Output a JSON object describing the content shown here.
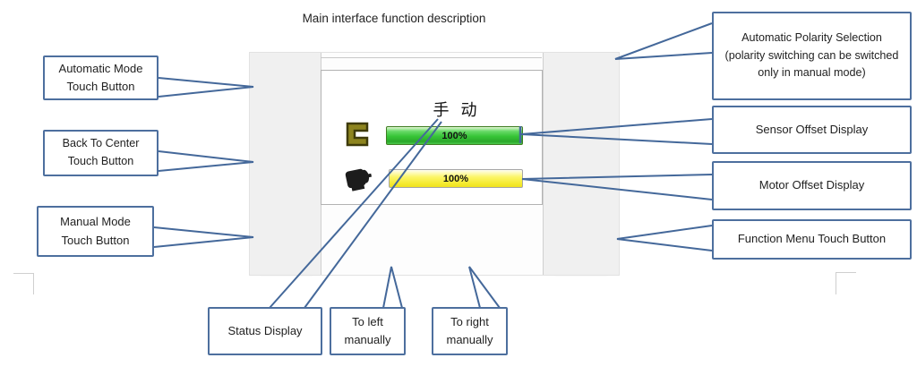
{
  "title": "Main interface function description",
  "screen": {
    "status_text": "手 动",
    "sensor_offset": {
      "value": "100%"
    },
    "motor_offset": {
      "value": "100%"
    }
  },
  "callouts": {
    "auto_mode": {
      "lines": [
        "Automatic Mode",
        "Touch Button"
      ]
    },
    "back_center": {
      "lines": [
        "Back To Center",
        "Touch Button"
      ]
    },
    "manual_mode": {
      "lines": [
        "Manual Mode",
        "Touch Button"
      ]
    },
    "polarity": {
      "lines": [
        "Automatic Polarity Selection",
        "(polarity switching can be switched",
        "only in manual mode)"
      ]
    },
    "sensor_offset": {
      "lines": [
        "Sensor Offset Display"
      ]
    },
    "motor_offset": {
      "lines": [
        "Motor Offset Display"
      ]
    },
    "function_menu": {
      "lines": [
        "Function Menu Touch Button"
      ]
    },
    "status_display": {
      "lines": [
        "Status Display"
      ]
    },
    "to_left": {
      "lines": [
        "To left",
        "manually"
      ]
    },
    "to_right": {
      "lines": [
        "To right",
        "manually"
      ]
    }
  },
  "icons": {
    "auto_mode": "loop-arrows-icon",
    "back_center": "arrows-to-center-icon",
    "manual_mode": "touch-hand-icon",
    "left": "arrow-left-icon",
    "right": "arrow-right-icon",
    "polarity": "c-bracket-icon",
    "menu": "gear-icon",
    "sensor": "sensor-bracket-icon",
    "motor": "motor-icon"
  },
  "colors": {
    "button_blue": "#1486cb",
    "button_blue_border": "#0b2540",
    "button_green": "#2fbe36",
    "button_green_border": "#0b3d10",
    "bar_green": "#36c436",
    "bar_yellow": "#f5ea2e",
    "callout_border": "#4d6f9e",
    "connector": "#44689a",
    "sensor_icon_olive": "#8d841f"
  }
}
